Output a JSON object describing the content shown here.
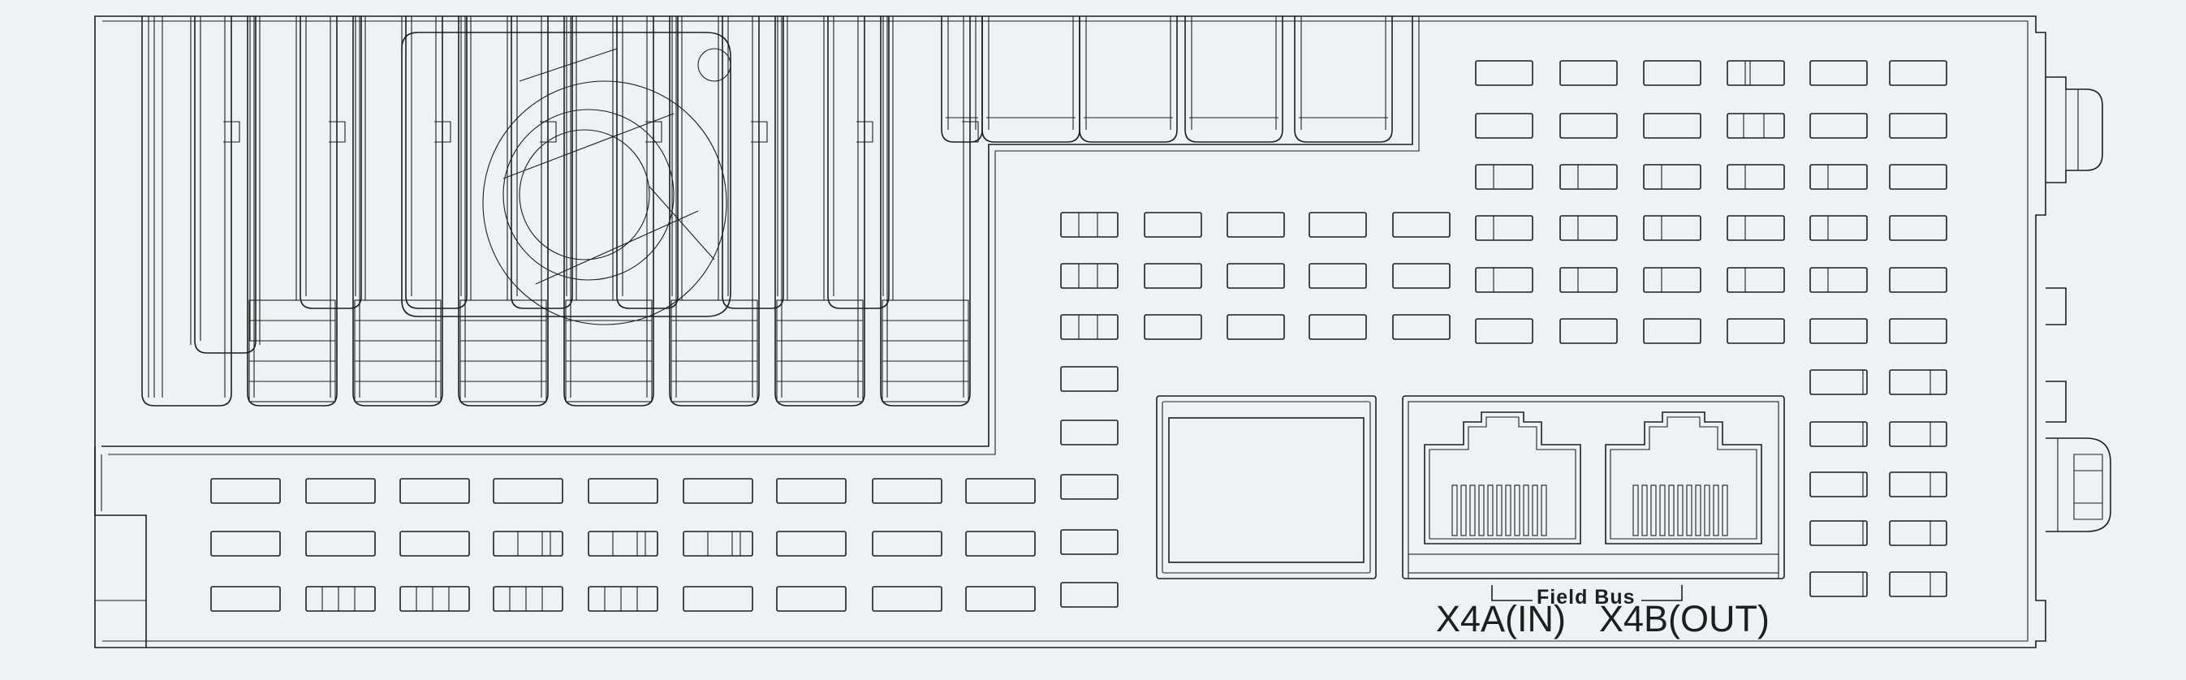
{
  "diagram": {
    "line_color": "#1e1e1e",
    "background_color": "#edf2f4",
    "ports": [
      {
        "id": "x4a",
        "label": "X4A(IN)",
        "connector": "RJ45"
      },
      {
        "id": "x4b",
        "label": "X4B(OUT)",
        "connector": "RJ45"
      }
    ],
    "bus_label": "Field Bus"
  }
}
